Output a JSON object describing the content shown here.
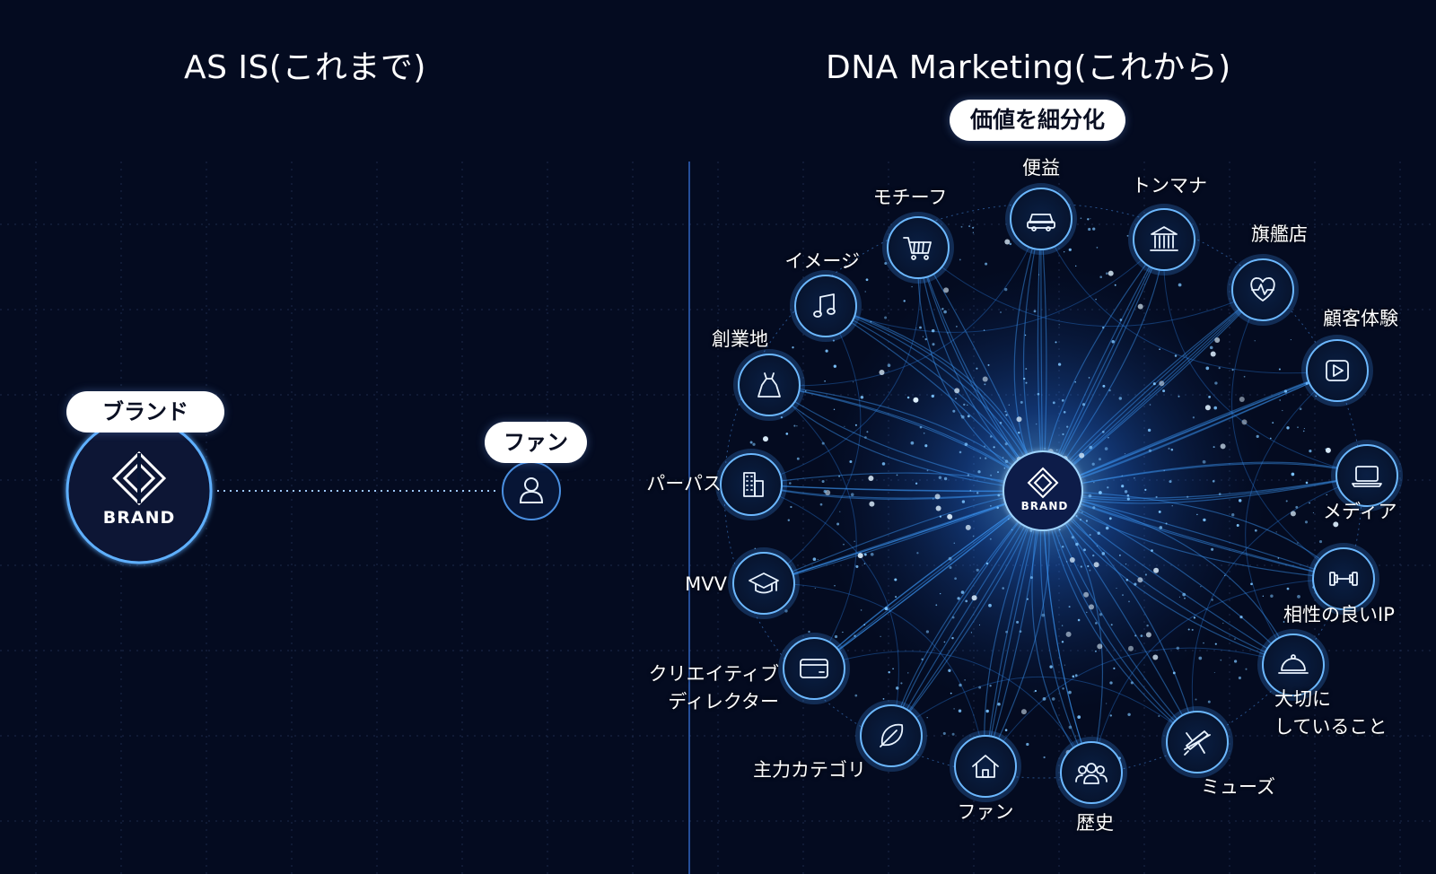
{
  "titles": {
    "left": "AS IS(これまで)",
    "right": "DNA Marketing(これから)"
  },
  "as_is": {
    "brand_pill": "ブランド",
    "brand_text": "BRAND",
    "fan_pill": "ファン",
    "fan_icon": "person-icon"
  },
  "dna": {
    "segment_pill": "価値を細分化",
    "brand_text": "BRAND",
    "nodes": [
      {
        "label": "便益",
        "icon": "car-icon"
      },
      {
        "label": "トンマナ",
        "icon": "bank-icon"
      },
      {
        "label": "旗艦店",
        "icon": "heart-pulse-icon"
      },
      {
        "label": "顧客体験",
        "icon": "play-icon"
      },
      {
        "label": "メディア",
        "icon": "laptop-icon"
      },
      {
        "label": "相性の良いIP",
        "icon": "dumbbell-icon"
      },
      {
        "label": "大切に\nしていること",
        "icon": "cloche-icon"
      },
      {
        "label": "ミューズ",
        "icon": "airplane-icon"
      },
      {
        "label": "歴史",
        "icon": "users-icon"
      },
      {
        "label": "ファン",
        "icon": "home-icon"
      },
      {
        "label": "主力カテゴリ",
        "icon": "leaf-icon"
      },
      {
        "label": "クリエイティブ\nディレクター",
        "icon": "credit-card-icon"
      },
      {
        "label": "MVV",
        "icon": "graduation-cap-icon"
      },
      {
        "label": "パーパス",
        "icon": "building-icon"
      },
      {
        "label": "創業地",
        "icon": "dress-icon"
      },
      {
        "label": "イメージ",
        "icon": "music-note-icon"
      },
      {
        "label": "モチーフ",
        "icon": "shopping-cart-icon"
      }
    ]
  },
  "colors": {
    "background": "#040b20",
    "glow": "#3aa0ff",
    "node_ring": "#6cb8ff",
    "pill": "#ffffff"
  }
}
